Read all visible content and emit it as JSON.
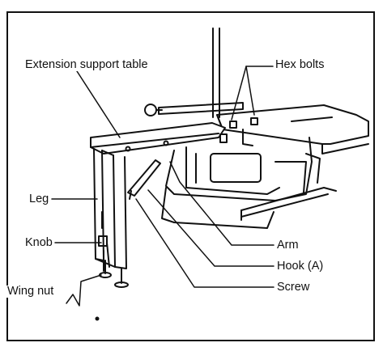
{
  "labels": {
    "extension_support_table": "Extension support table",
    "hex_bolts": "Hex bolts",
    "leg": "Leg",
    "knob": "Knob",
    "wing_nut": "Wing nut",
    "arm": "Arm",
    "hook_a": "Hook (A)",
    "screw": "Screw"
  },
  "colors": {
    "ink": "#111111",
    "paper": "#ffffff",
    "shade": "#9a9a9a"
  }
}
